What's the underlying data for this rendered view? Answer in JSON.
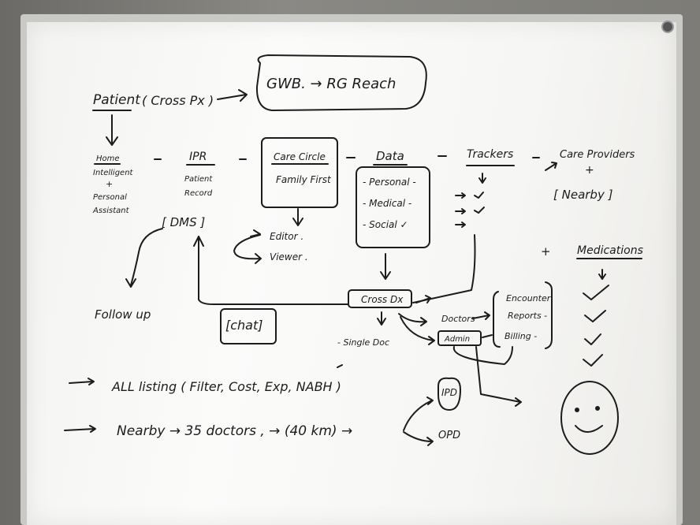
{
  "board": {
    "top": {
      "patient": "Patient",
      "cross_px": "( Cross Px )",
      "gwb_reach": "GWB. → RG Reach"
    },
    "row": {
      "home": "Home",
      "home_sub1": "Intelligent",
      "home_plus": "+",
      "home_sub2": "Personal",
      "home_sub3": "Assistant",
      "ipr": "IPR",
      "ipr_sub1": "Patient",
      "ipr_sub2": "Record",
      "care_circle": "Care Circle",
      "family_first": "Family First",
      "data": "Data",
      "personal": "- Personal -",
      "medical": "- Medical -",
      "social": "- Social ✓",
      "trackers": "Trackers",
      "care_providers": "Care Providers",
      "cp_plus": "+",
      "nearby_box": "[ Nearby ]"
    },
    "middle": {
      "dms": "[ DMS ]",
      "editor": "Editor .",
      "viewer": "Viewer .",
      "follow_up": "Follow up",
      "chat": "[chat]",
      "cross_dx": "Cross Dx",
      "single_doc": "- Single Doc",
      "doctors": "Doctors",
      "admin": "Admin",
      "encounter": "Encounter",
      "reports": "Reports -",
      "billing": "Billing -",
      "plus": "+",
      "medications": "Medications"
    },
    "bottom": {
      "all_listing": "ALL listing ( Filter, Cost, Exp, NABH )",
      "nearby_line": "Nearby → 35 doctors , → (40 km) →",
      "ipd": "IPD",
      "opd": "OPD"
    }
  }
}
